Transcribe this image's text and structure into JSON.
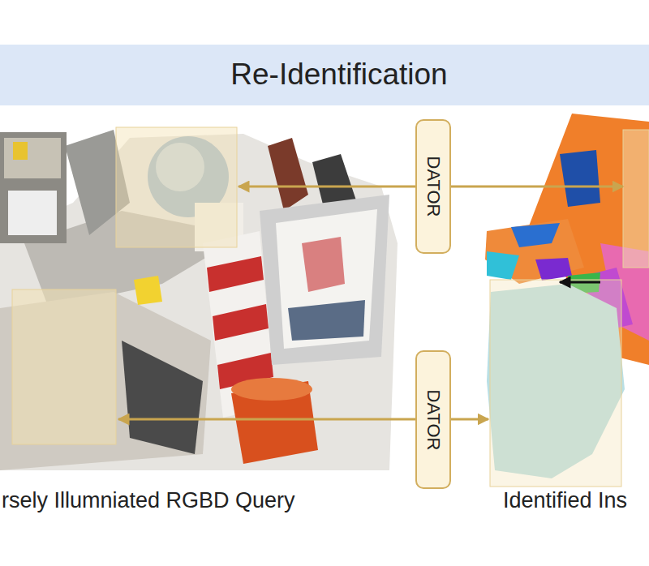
{
  "diagram": {
    "title": "Re-Identification",
    "nodes": [
      {
        "text": [
          "DATOR"
        ]
      },
      {
        "text": [
          "DATOR"
        ]
      }
    ],
    "labels": [
      "rsely Illumniated RGBD Query",
      "Identified Ins"
    ]
  }
}
